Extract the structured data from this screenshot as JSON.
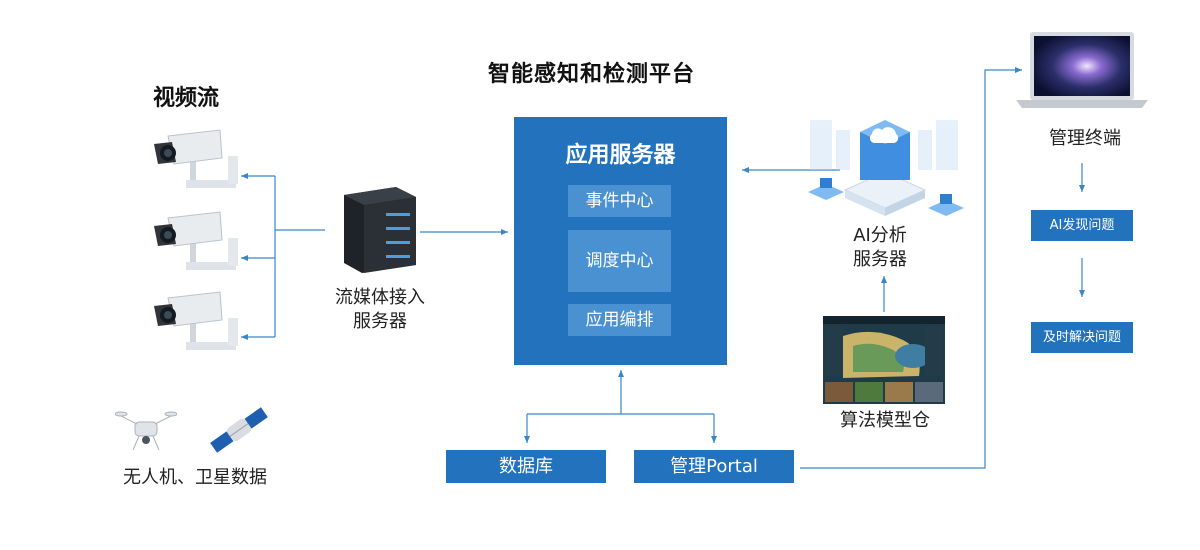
{
  "titles": {
    "video_stream": "视频流",
    "platform": "智能感知和检测平台"
  },
  "app_server": {
    "title": "应用服务器",
    "modules": [
      "事件中心",
      "调度中心",
      "应用编排"
    ]
  },
  "streaming_server": {
    "label_line1": "流媒体接入",
    "label_line2": "服务器"
  },
  "ai_server": {
    "label_line1": "AI分析",
    "label_line2": "服务器"
  },
  "algorithm_repo": {
    "label": "算法模型仓"
  },
  "management_terminal": {
    "label": "管理终端",
    "steps": [
      "AI发现问题",
      "及时解决问题"
    ]
  },
  "bottom": {
    "database": "数据库",
    "portal": "管理Portal"
  },
  "sources": {
    "uav_satellite": "无人机、卫星数据"
  },
  "colors": {
    "primary_blue": "#2272bd",
    "module_blue": "#4a91d1",
    "line_blue": "#3a86c8"
  }
}
